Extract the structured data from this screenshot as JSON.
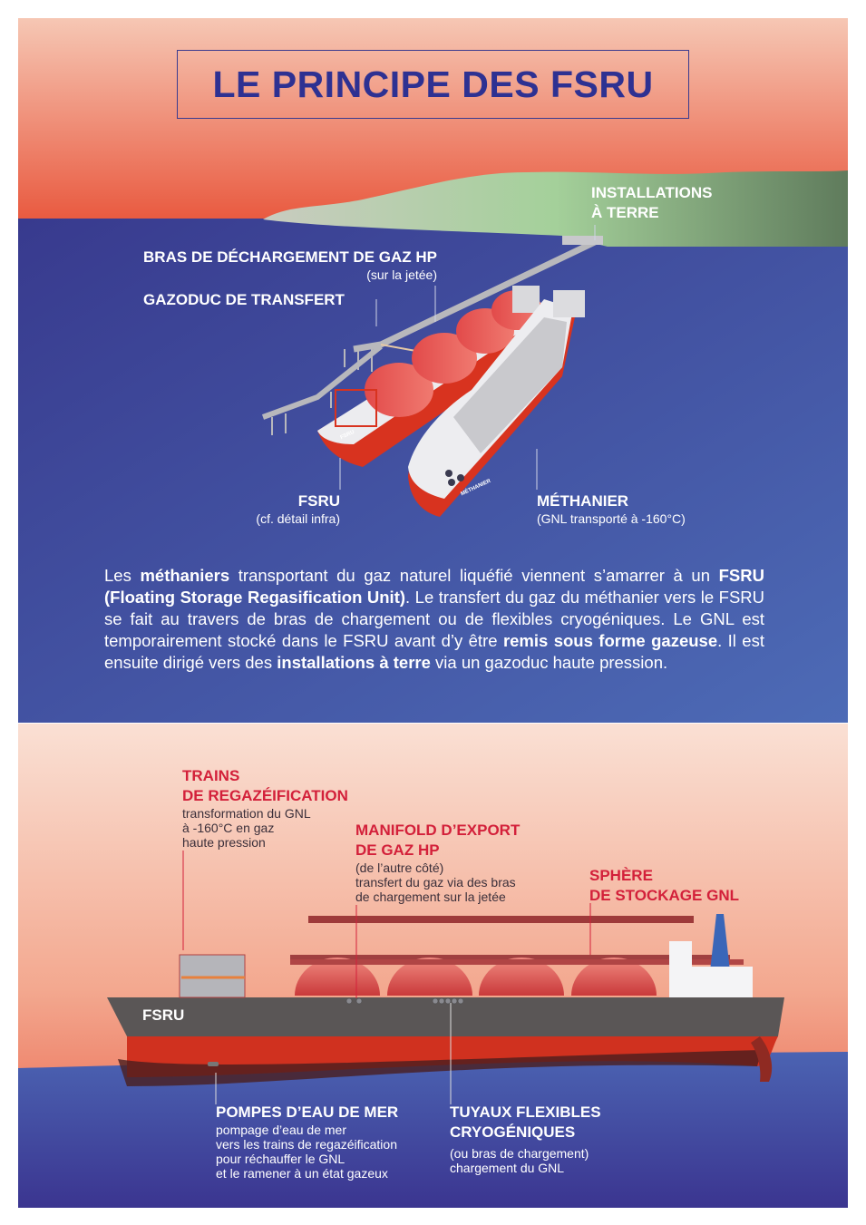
{
  "title": "LE PRINCIPE DES FSRU",
  "top": {
    "labels": {
      "installations": [
        "INSTALLATIONS",
        "À TERRE"
      ],
      "bras": "BRAS DE DÉCHARGEMENT DE GAZ HP",
      "bras_sub": "(sur la jetée)",
      "gazoduc": "GAZODUC DE TRANSFERT",
      "fsru": "FSRU",
      "fsru_sub": "(cf. détail infra)",
      "methanier": "MÉTHANIER",
      "methanier_sub": "(GNL transporté à -160°C)",
      "hull_fsru": "FSRU",
      "hull_methanier": "MÉTHANIER"
    },
    "paragraph": [
      {
        "t": "Les ",
        "b": false
      },
      {
        "t": "méthaniers",
        "b": true
      },
      {
        "t": " transportant du gaz naturel liquéfié viennent s’amarrer à un ",
        "b": false
      },
      {
        "t": "FSRU  (Floating Storage Regasification Unit)",
        "b": true
      },
      {
        "t": ". Le transfert du gaz du méthanier vers le FSRU se fait au travers de bras de chargement ou de flexibles cryogéniques. Le GNL est temporairement stocké dans le FSRU avant d’y être ",
        "b": false
      },
      {
        "t": "remis sous forme gazeuse",
        "b": true
      },
      {
        "t": ". Il est ensuite dirigé vers des ",
        "b": false
      },
      {
        "t": "installations à terre",
        "b": true
      },
      {
        "t": " via un gazoduc haute pression.",
        "b": false
      }
    ]
  },
  "bottom": {
    "trains": {
      "title": [
        "TRAINS",
        "DE REGAZÉIFICATION"
      ],
      "desc": [
        "transformation du GNL",
        "à -160°C en gaz",
        "haute pression"
      ]
    },
    "manifold": {
      "title": [
        "MANIFOLD D’EXPORT",
        "DE GAZ HP"
      ],
      "desc": [
        "(de l’autre côté)",
        "transfert du gaz via des bras",
        "de chargement sur la jetée"
      ]
    },
    "sphere": {
      "title": [
        "SPHÈRE",
        "DE STOCKAGE GNL"
      ]
    },
    "pompes": {
      "title": "POMPES D’EAU DE MER",
      "desc": [
        "pompage d’eau de mer",
        "vers les trains de regazéification",
        "pour réchauffer le GNL",
        "et le ramener à un état gazeux"
      ]
    },
    "tuyaux": {
      "title": [
        "TUYAUX FLEXIBLES",
        "CRYOGÉNIQUES"
      ],
      "desc": [
        "(ou bras de chargement)",
        "chargement du GNL"
      ]
    },
    "hull_label": "FSRU"
  },
  "colors": {
    "title": "#2e3192",
    "red_label": "#d3203a",
    "water": "#3d3f95",
    "hull_red": "#d0311f"
  }
}
